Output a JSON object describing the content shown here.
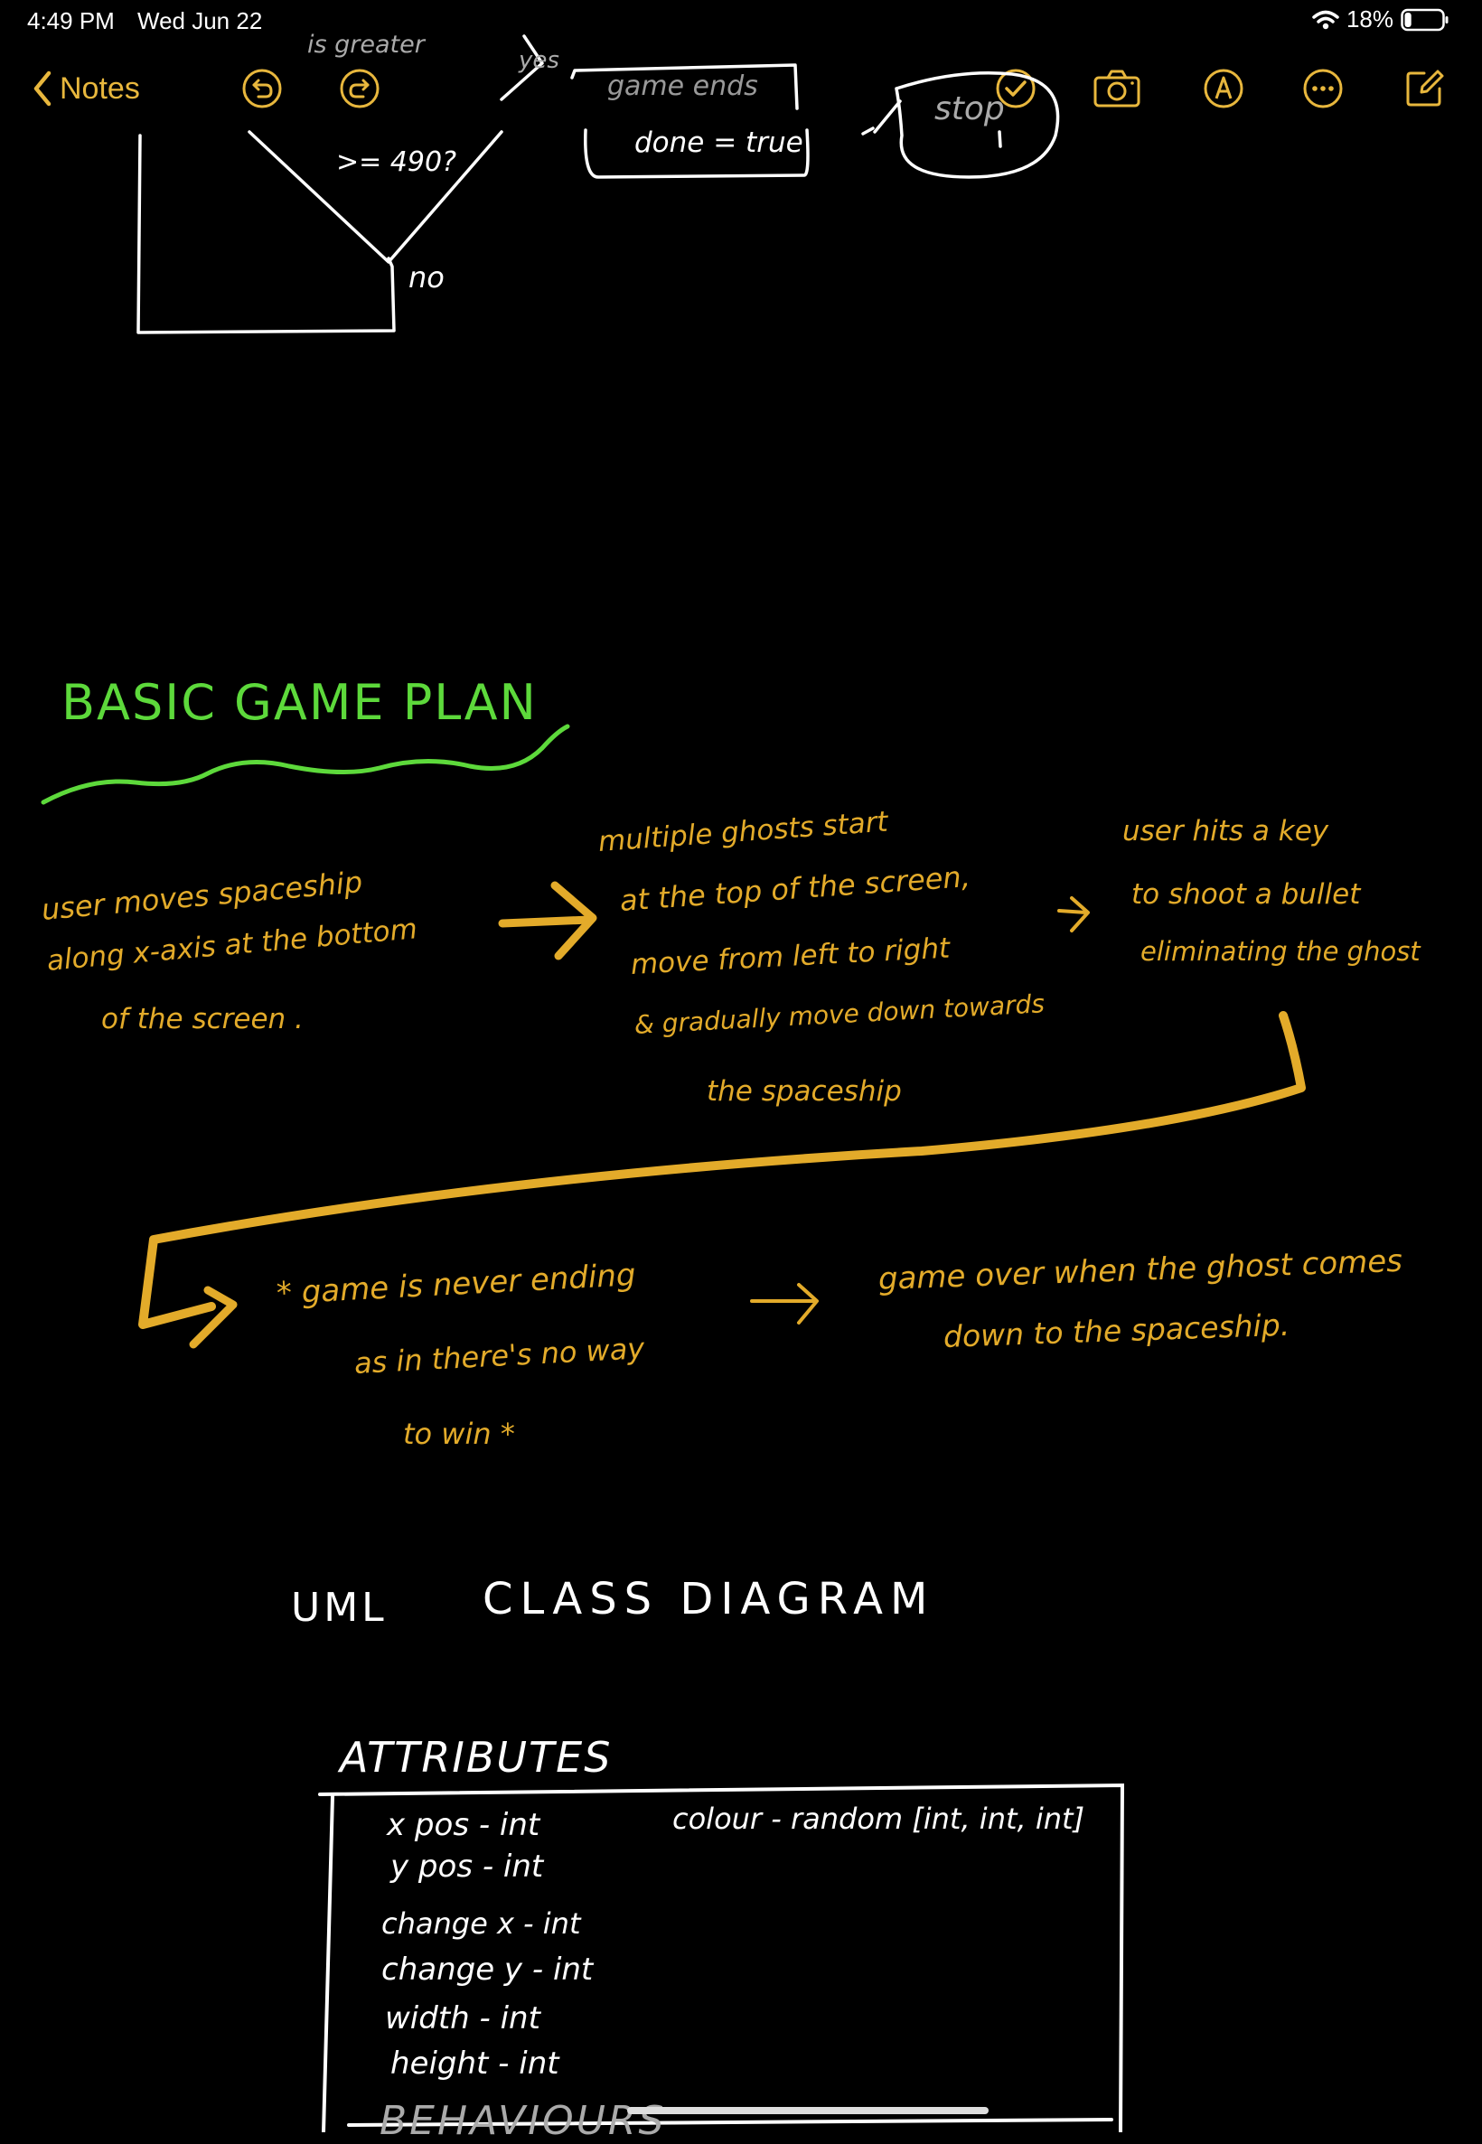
{
  "status_bar": {
    "time": "4:49 PM",
    "date": "Wed Jun 22",
    "battery_percent": "18%",
    "battery_level": 0.18
  },
  "toolbar": {
    "back_label": "Notes",
    "icons": [
      "chevron-left-icon",
      "undo-icon",
      "redo-icon",
      "done-checkmark-icon",
      "camera-icon",
      "markup-pen-icon",
      "more-ellipsis-icon",
      "compose-icon"
    ]
  },
  "flowchart": {
    "decision_partial": "is greater",
    "decision_yes": "yes",
    "decision_condition": ">= 490?",
    "decision_no": "no",
    "process_title": "game ends",
    "process_body": "done = true",
    "terminal": "stop"
  },
  "game_plan": {
    "heading": "BASIC GAME PLAN",
    "step1": [
      "user moves spaceship",
      "along x-axis at the bottom",
      "of the screen ."
    ],
    "step2": [
      "multiple ghosts start",
      "at the top of the screen,",
      "move from left to right",
      "& gradually move down towards",
      "the spaceship"
    ],
    "step3": [
      "user hits a key",
      "to shoot a bullet",
      "eliminating the ghost"
    ],
    "step4": [
      "* game is never ending",
      "as in there's no way",
      "to win *"
    ],
    "step5": [
      "game over when the ghost comes",
      "down to the spaceship."
    ]
  },
  "uml": {
    "title_left": "UML",
    "title_right": "CLASS DIAGRAM",
    "attributes_heading": "ATTRIBUTES",
    "attributes": [
      "x pos - int",
      "y pos - int",
      "change x - int",
      "change y - int",
      "width - int",
      "height - int"
    ],
    "colour": "colour - random [int, int, int]",
    "behaviours_partial": "BEHAVIOURS"
  },
  "colors": {
    "accent": "#e8b73d",
    "handwriting_gold": "#e3ab2a",
    "heading_green": "#5dd93b",
    "background": "#000000"
  }
}
